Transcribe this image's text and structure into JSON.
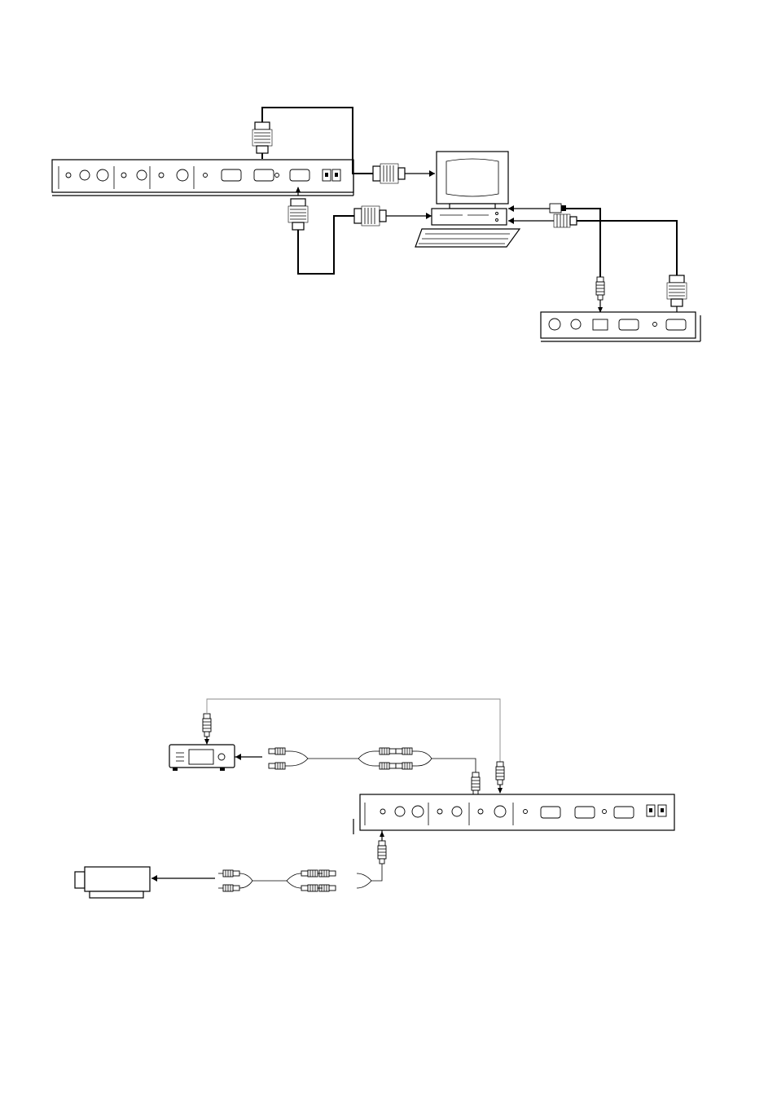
{
  "diagrams": [
    {
      "id": "diagram-pc-connection",
      "components": [
        "monitor-rear-panel",
        "computer-monitor",
        "computer-tower",
        "keyboard",
        "secondary-device-panel"
      ],
      "cables": [
        "vga-cable-monitor",
        "vga-cable-computer",
        "usb-cable",
        "serial-cable"
      ]
    },
    {
      "id": "diagram-av-connection",
      "components": [
        "av-receiver",
        "monitor-rear-panel",
        "video-camera"
      ],
      "cables": [
        "rca-cable-receiver",
        "rca-cable-camera",
        "s-video-cable",
        "composite-cable"
      ]
    }
  ],
  "icons": [
    "vga-connector-icon",
    "usb-connector-icon",
    "s-video-connector-icon",
    "rca-plug-icon"
  ]
}
